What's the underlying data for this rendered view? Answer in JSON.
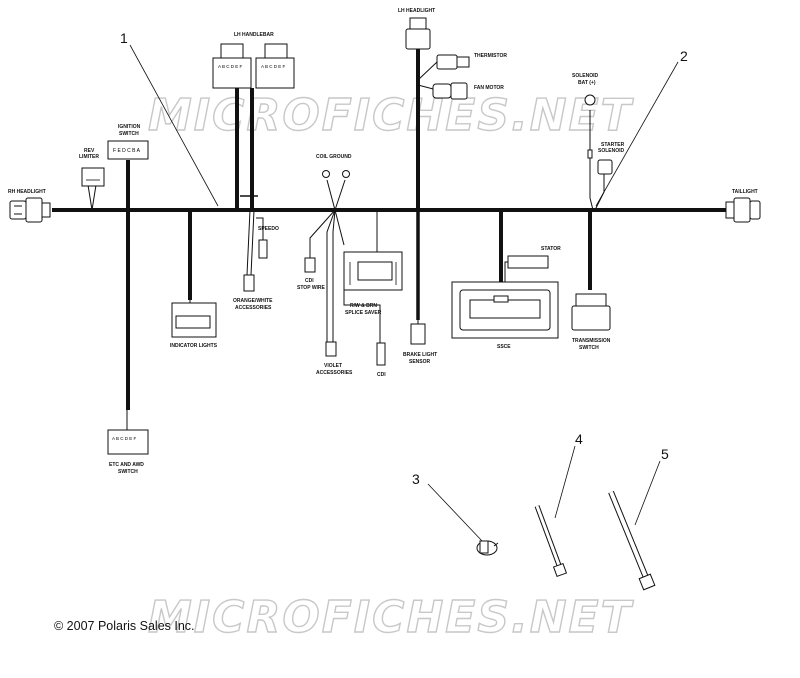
{
  "watermark": "MICROFICHES.NET",
  "copyright": "© 2007 Polaris Sales Inc.",
  "callouts": [
    "1",
    "2",
    "3",
    "4",
    "5"
  ],
  "labels": {
    "rh_headlight": "RH HEADLIGHT",
    "rev_limiter_1": "REV",
    "rev_limiter_2": "LIMITER",
    "ignition_1": "IGNITION",
    "ignition_2": "SWITCH",
    "ignition_pins": "F E D C B A",
    "lh_handlebar": "LH HANDLEBAR",
    "handlebar_pins": "A B C D E F",
    "lh_headlight": "LH HEADLIGHT",
    "thermistor": "THERMISTOR",
    "fan_motor": "FAN MOTOR",
    "solenoid_1": "SOLENOID",
    "solenoid_2": "BAT (+)",
    "starter_1": "STARTER",
    "starter_2": "SOLENOID",
    "taillight": "TAILLIGHT",
    "coil_ground": "COIL GROUND",
    "speedo": "SPEEDO",
    "orange_white_1": "ORANGE/WHITE",
    "orange_white_2": "ACCESSORIES",
    "indicator_lights": "INDICATOR LIGHTS",
    "cdi_stop_1": "CDI",
    "cdi_stop_2": "STOP WIRE",
    "splice_1": "R/W & BRN",
    "splice_2": "SPLICE SAVER",
    "violet_1": "VIOLET",
    "violet_2": "ACCESSORIES",
    "cdi": "CDI",
    "brake_1": "BRAKE LIGHT",
    "brake_2": "SENSOR",
    "stator": "STATOR",
    "ssce": "SSCE",
    "transmission_1": "TRANSMISSION",
    "transmission_2": "SWITCH",
    "etc_1": "ETC AND AWD",
    "etc_2": "SWITCH",
    "etc_pins": "A B C D E F"
  }
}
